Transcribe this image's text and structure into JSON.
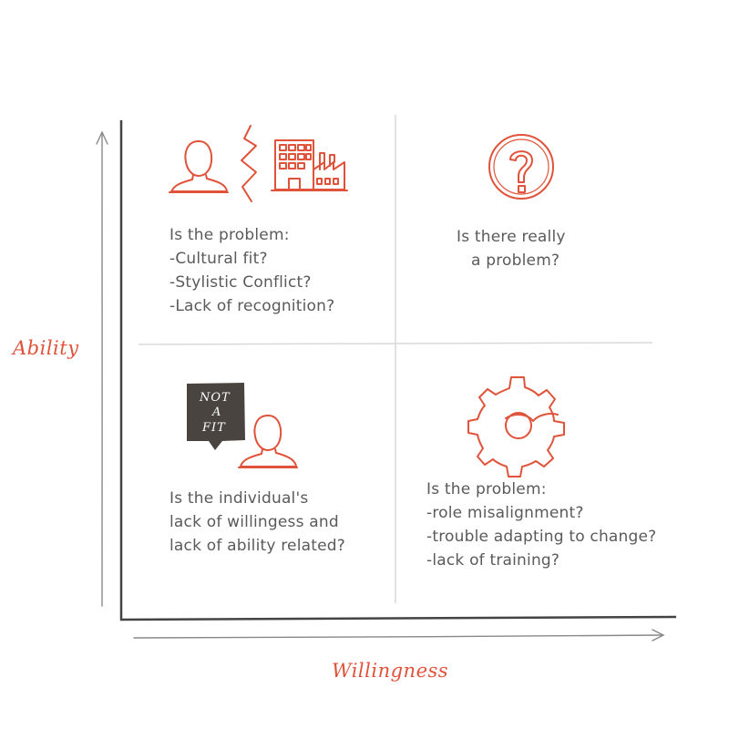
{
  "axes": {
    "y_label": "Ability",
    "x_label": "Willingness"
  },
  "quadrants": {
    "top_left": {
      "lines": [
        "Is the problem:",
        "-Cultural fit?",
        "-Stylistic Conflict?",
        "-Lack of recognition?"
      ],
      "icons": [
        "person-icon",
        "lightning-crack-icon",
        "building-factory-icon"
      ]
    },
    "top_right": {
      "lines": [
        "Is there really",
        "a problem?"
      ],
      "icons": [
        "question-mark-icon"
      ]
    },
    "bottom_left": {
      "lines": [
        "Is the individual's",
        "lack of willingess and",
        "lack of ability related?"
      ],
      "icons": [
        "not-a-fit-sign-icon",
        "person-icon"
      ],
      "sign_text": [
        "NOT",
        "A",
        "FIT"
      ]
    },
    "bottom_right": {
      "lines": [
        "Is the problem:",
        "-role misalignment?",
        "-trouble adapting to change?",
        "-lack of training?"
      ],
      "icons": [
        "gear-icon"
      ]
    }
  },
  "colors": {
    "accent": "#e0533a",
    "text": "#5a5a5a",
    "axis": "#444444",
    "divider": "#d9d9d9",
    "sign": "#4a4440"
  }
}
